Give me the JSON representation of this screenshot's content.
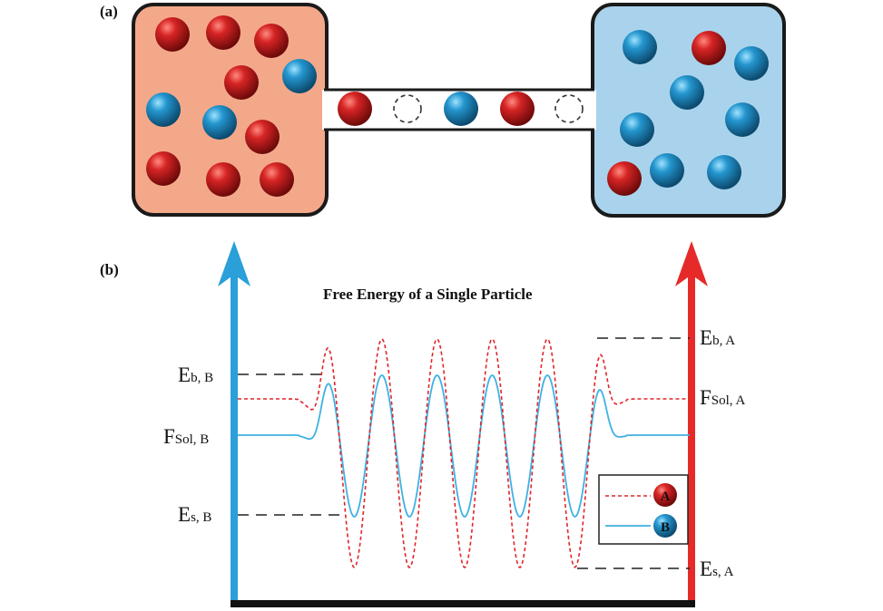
{
  "panel_a": {
    "tag": "(a)"
  },
  "panel_b": {
    "tag": "(b)",
    "title": "Free Energy of a Single  Particle",
    "left_levels": {
      "eb_b": {
        "main": "E",
        "sub": "b, B"
      },
      "fsol_b": {
        "main": "F",
        "sub": "Sol, B"
      },
      "es_b": {
        "main": "E",
        "sub": "s, B"
      }
    },
    "right_levels": {
      "eb_a": {
        "main": "E",
        "sub": "b, A"
      },
      "fsol_a": {
        "main": "F",
        "sub": "Sol, A"
      },
      "es_a": {
        "main": "E",
        "sub": "s, A"
      }
    },
    "legend": [
      {
        "marker_text": "A",
        "style": "dashed",
        "color": "#e0262b"
      },
      {
        "marker_text": "B",
        "style": "solid",
        "color": "#3fb1e3"
      }
    ]
  },
  "colors": {
    "species_a": "#c81e1e",
    "species_b": "#1f8fc6",
    "left_box": "#f4a88a",
    "right_box": "#a9d3ec",
    "axis_left": "#2a9fd8",
    "axis_right": "#e62a2a"
  }
}
